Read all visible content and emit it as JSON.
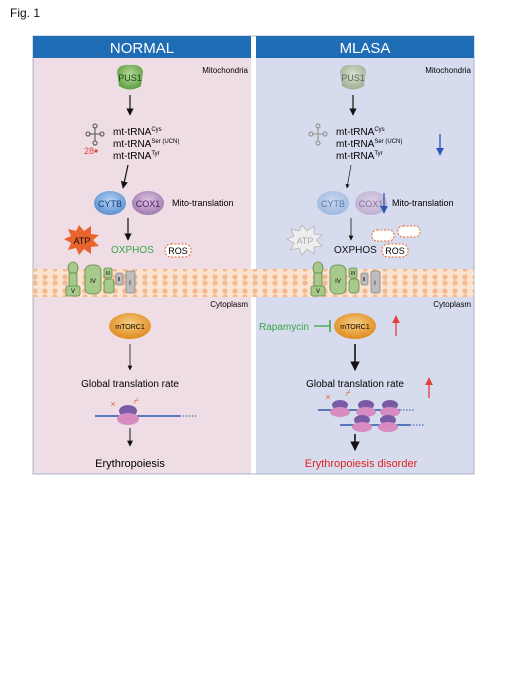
{
  "figure_label": "Fig. 1",
  "normal": {
    "header": "NORMAL",
    "compartment_mito": "Mitochondria",
    "enzyme": "PUS1",
    "trna_cys": "mt-tRNA",
    "trna_cys_sup": "Cys",
    "trna_ser": "mt-tRNA",
    "trna_ser_sup": "Ser (UCN)",
    "trna_tyr": "mt-tRNA",
    "trna_tyr_sup": "Tyr",
    "site": "28",
    "cytb": "CYTB",
    "cox1": "COX1",
    "mito_translation": "Mito-translation",
    "atp": "ATP",
    "oxphos": "OXPHOS",
    "ros": "ROS",
    "complexes": [
      "V",
      "IV",
      "III",
      "II",
      "I"
    ],
    "compartment_cyto": "Cytoplasm",
    "mtorc": "mTORC1",
    "global_translation": "Global translation rate",
    "outcome": "Erythropoiesis"
  },
  "mlasa": {
    "header": "MLASA",
    "compartment_mito": "Mitochondria",
    "enzyme": "PUS1",
    "trna_cys": "mt-tRNA",
    "trna_cys_sup": "Cys",
    "trna_ser": "mt-tRNA",
    "trna_ser_sup": "Ser (UCN)",
    "trna_tyr": "mt-tRNA",
    "trna_tyr_sup": "Tyr",
    "cytb": "CYTB",
    "cox1": "COX1",
    "mito_translation": "Mito-translation",
    "atp": "ATP",
    "oxphos": "OXPHOS",
    "ros": "ROS",
    "complexes": [
      "V",
      "IV",
      "III",
      "II",
      "I"
    ],
    "compartment_cyto": "Cytoplasm",
    "rapamycin": "Rapamycin",
    "mtorc": "mTORC1",
    "global_translation": "Global translation rate",
    "outcome": "Erythropoiesis disorder"
  },
  "colors": {
    "header_bg": "#1f6db5",
    "normal_bg": "#efdde6",
    "mlasa_bg": "#d6dced",
    "enzyme": "#6fae4e",
    "cytb": "#76a6dc",
    "cox1": "#b68cc0",
    "atp": "#e8642c",
    "oxphos": "#3aa54a",
    "mtorc": "#e89a2b",
    "rapamycin": "#3aa54a",
    "down_arrow": "#2d55b6",
    "up_arrow": "#e0413a",
    "disorder_text": "#e02424"
  }
}
